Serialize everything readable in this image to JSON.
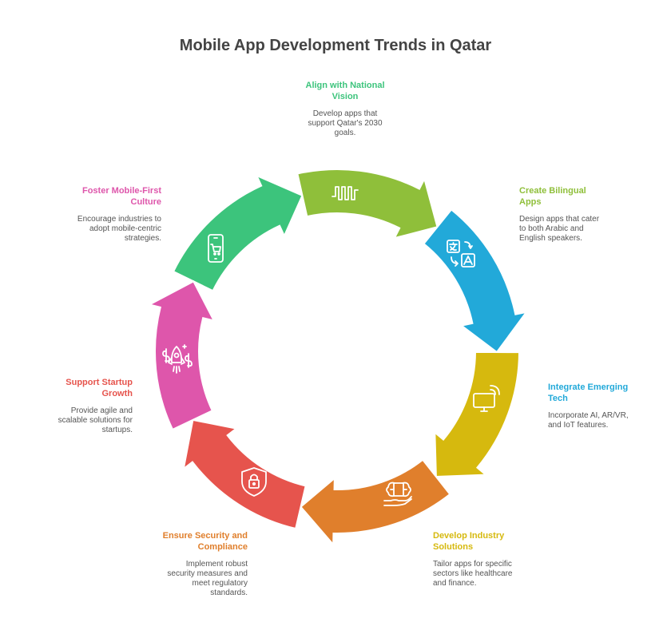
{
  "title": "Mobile App Development Trends in Qatar",
  "colors": {
    "green": "#3cc47c",
    "lime": "#8fbf3a",
    "blue": "#22a9d9",
    "yellow": "#e1cb16",
    "orange": "#e07f2c",
    "red": "#e6544d",
    "pink": "#de56ab"
  },
  "steps": [
    {
      "title": "Align with National Vision",
      "description": "Develop apps that support Qatar's 2030 goals.",
      "icon": "waveform-icon",
      "color": "#3cc47c"
    },
    {
      "title": "Create Bilingual Apps",
      "description": "Design apps that cater to both Arabic and English speakers.",
      "icon": "translate-icon",
      "color": "#8fbf3a"
    },
    {
      "title": "Integrate Emerging Tech",
      "description": "Incorporate AI, AR/VR, and IoT features.",
      "icon": "smart-tv-icon",
      "color": "#22a9d9"
    },
    {
      "title": "Develop Industry Solutions",
      "description": "Tailor apps for specific sectors like healthcare and finance.",
      "icon": "brain-hand-icon",
      "color": "#d6b90e"
    },
    {
      "title": "Ensure Security and Compliance",
      "description": "Implement robust security measures and meet regulatory standards.",
      "icon": "shield-lock-icon",
      "color": "#e07f2c"
    },
    {
      "title": "Support Startup Growth",
      "description": "Provide agile and scalable solutions for startups.",
      "icon": "rocket-icon",
      "color": "#e6544d"
    },
    {
      "title": "Foster Mobile-First Culture",
      "description": "Encourage industries to adopt mobile-centric strategies.",
      "icon": "mobile-cart-icon",
      "color": "#de56ab"
    }
  ]
}
